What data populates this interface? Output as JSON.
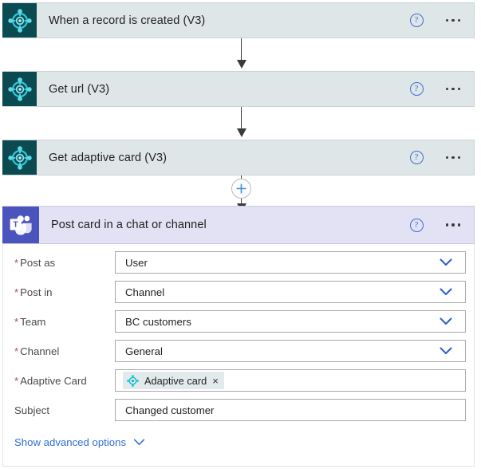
{
  "flow": {
    "actions": [
      {
        "title": "When a record is created (V3)",
        "icon": "common-data-service-icon",
        "connector_type": "dataverse",
        "help_glyph": "?",
        "menu_glyph": "•••"
      },
      {
        "title": "Get url (V3)",
        "icon": "common-data-service-icon",
        "connector_type": "dataverse",
        "help_glyph": "?",
        "menu_glyph": "•••"
      },
      {
        "title": "Get adaptive card (V3)",
        "icon": "common-data-service-icon",
        "connector_type": "dataverse",
        "help_glyph": "?",
        "menu_glyph": "•••"
      },
      {
        "title": "Post card in a chat or channel",
        "icon": "microsoft-teams-icon",
        "connector_type": "teams",
        "help_glyph": "?",
        "menu_glyph": "•••"
      }
    ],
    "add_step_button": {
      "label": "+",
      "name": "insert-new-step-button"
    }
  },
  "teams_form": {
    "fields": [
      {
        "label": "Post as",
        "required": true,
        "value": "User",
        "control": "dropdown"
      },
      {
        "label": "Post in",
        "required": true,
        "value": "Channel",
        "control": "dropdown"
      },
      {
        "label": "Team",
        "required": true,
        "value": "BC  customers",
        "control": "dropdown"
      },
      {
        "label": "Channel",
        "required": true,
        "value": "General",
        "control": "dropdown"
      },
      {
        "label": "Adaptive Card",
        "required": true,
        "value": "",
        "control": "token"
      },
      {
        "label": "Subject",
        "required": false,
        "value": "Changed customer",
        "control": "text"
      }
    ],
    "token": {
      "label": "Adaptive card",
      "remove_glyph": "×",
      "icon": "dynamic-content-token-icon"
    },
    "advanced_options": {
      "label": "Show advanced options",
      "chevron": "chevron-down-icon"
    }
  },
  "colors": {
    "dataverse_card_bg": "#dfe6e7",
    "teams_card_bg": "#e2e2f4",
    "dataverse_icon_bg": "#0a4a50",
    "teams_icon_bg": "#4b53bc",
    "link_blue": "#2f6fd0",
    "required_red": "#b9455f",
    "token_chip_bg": "#e3eaec"
  }
}
